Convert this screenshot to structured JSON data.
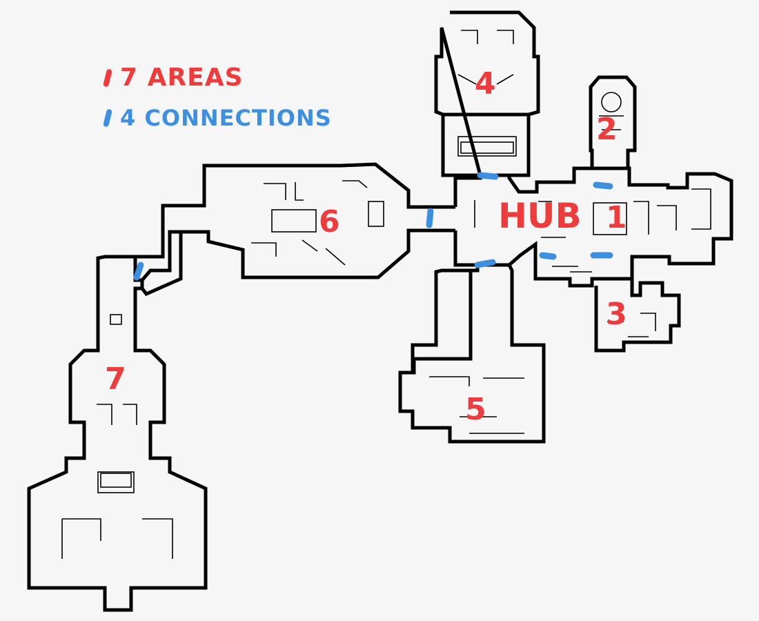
{
  "colors": {
    "background": "#f6f6f6",
    "wall": "#000000",
    "area_label": "#ee3b3b",
    "connection": "#3d8fe0"
  },
  "legend": {
    "areas": "7 AREAS",
    "connections": "4 CONNECTIONS",
    "area_color": "#ee3b3b",
    "connection_color": "#3d8fe0"
  },
  "labels": {
    "hub": "HUB",
    "area_1": "1",
    "area_2": "2",
    "area_3": "3",
    "area_4": "4",
    "area_5": "5",
    "area_6": "6",
    "area_7": "7"
  }
}
